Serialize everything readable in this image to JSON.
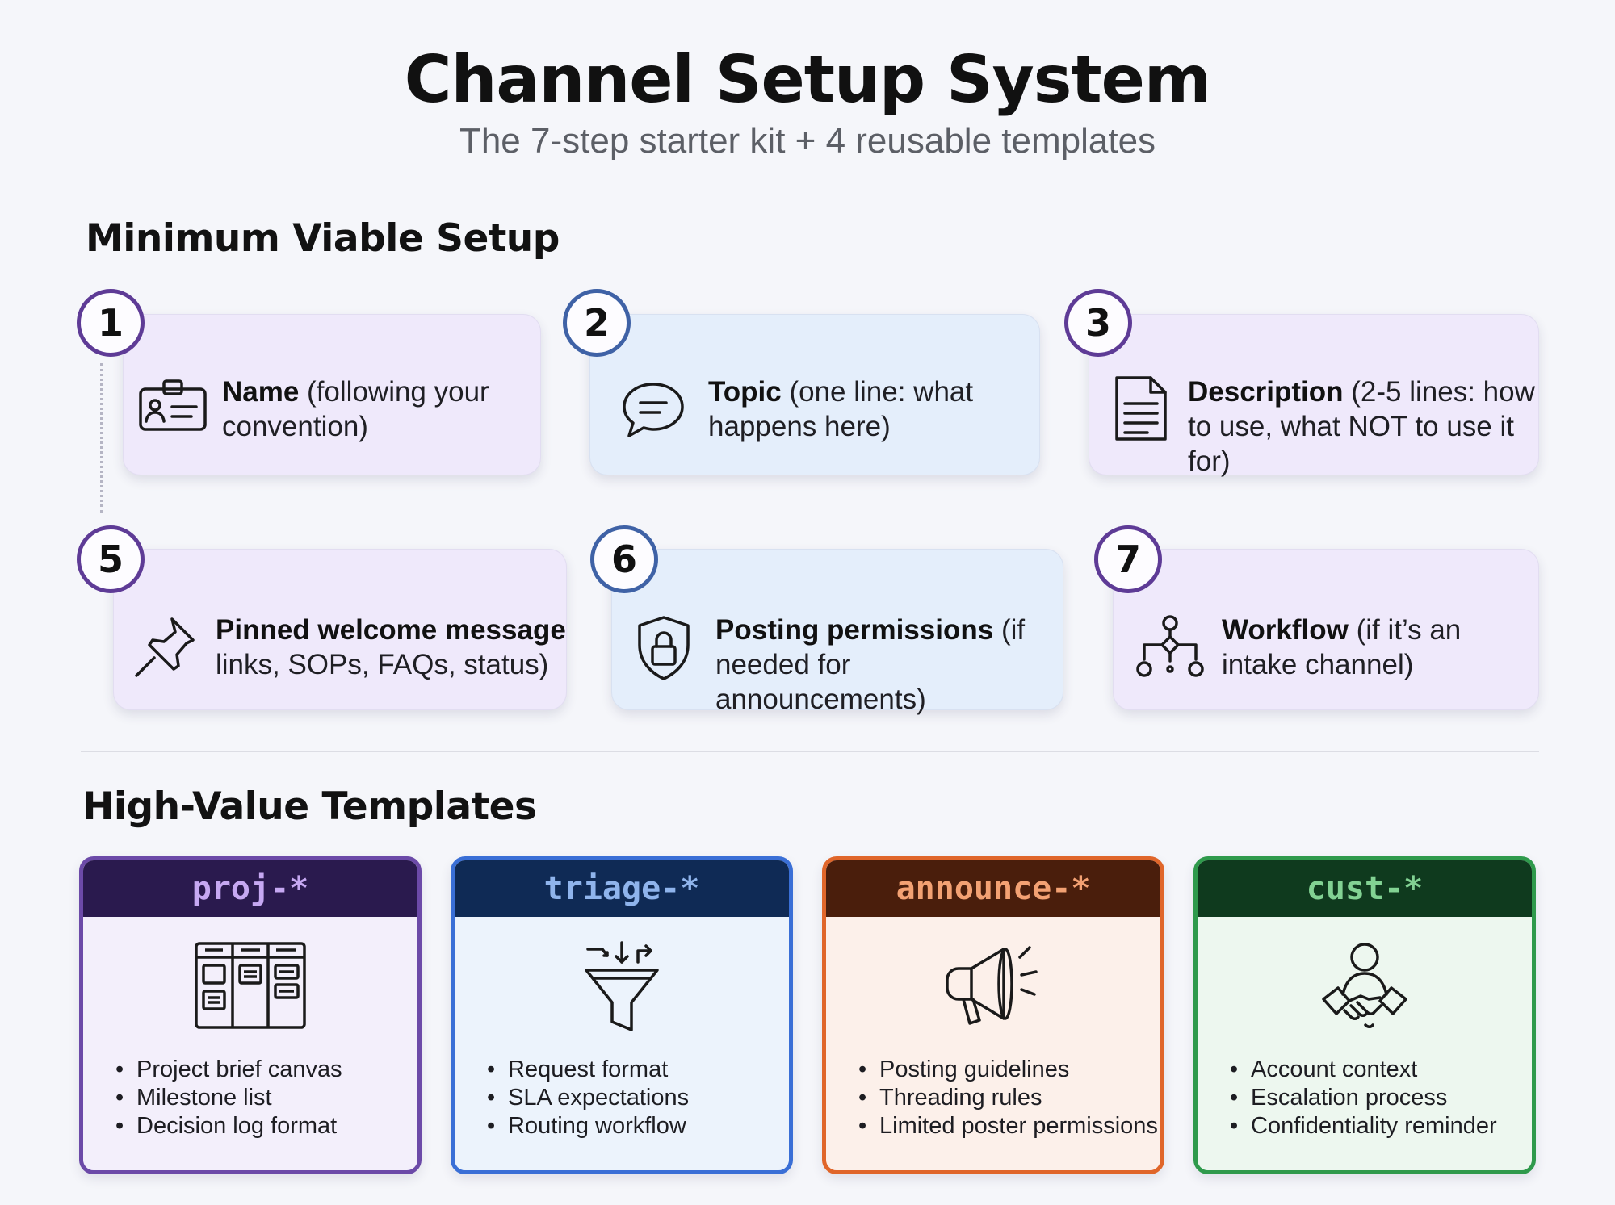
{
  "header": {
    "title": "Channel Setup System",
    "subtitle": "The 7-step starter kit + 4 reusable templates"
  },
  "sections": {
    "setup_heading": "Minimum Viable Setup",
    "templates_heading": "High-Value Templates"
  },
  "steps": [
    {
      "number": "1",
      "title": "Name",
      "detail_a": " (following your",
      "detail_b": "convention)",
      "icon": "id-badge-icon",
      "color": "purple"
    },
    {
      "number": "2",
      "title": "Topic",
      "detail_a": " (one line: what",
      "detail_b": "happens here)",
      "icon": "speech-bubble-icon",
      "color": "blue"
    },
    {
      "number": "3",
      "title": "Description",
      "detail_a": " (2-5 lines: how",
      "detail_b": "to use, what NOT to use it for)",
      "icon": "document-icon",
      "color": "purple"
    },
    {
      "number": "5",
      "title": "Pinned welcome message",
      "detail_a": "",
      "detail_b": "links, SOPs, FAQs, status)",
      "icon": "pushpin-icon",
      "color": "purple"
    },
    {
      "number": "6",
      "title": "Posting permissions",
      "detail_a": " (if",
      "detail_b": "needed for announcements)",
      "icon": "shield-lock-icon",
      "color": "blue"
    },
    {
      "number": "7",
      "title": "Workflow",
      "detail_a": " (if it’s an",
      "detail_b": "intake channel)",
      "icon": "workflow-icon",
      "color": "purple"
    }
  ],
  "templates": [
    {
      "name": "proj-*",
      "icon": "kanban-board-icon",
      "items": [
        "Project brief canvas",
        "Milestone list",
        "Decision log format"
      ],
      "accent": "#6c4aa8",
      "header_bg": "#2a1a4e",
      "header_text": "#c6a8f2",
      "body_bg": "#f3effb"
    },
    {
      "name": "triage-*",
      "icon": "funnel-icon",
      "items": [
        "Request format",
        "SLA expectations",
        "Routing workflow"
      ],
      "accent": "#3a6fd6",
      "header_bg": "#0f2a55",
      "header_text": "#8fb4ec",
      "body_bg": "#ecf3fc"
    },
    {
      "name": "announce-*",
      "icon": "megaphone-icon",
      "items": [
        "Posting guidelines",
        "Threading rules",
        "Limited poster permissions"
      ],
      "accent": "#e0662a",
      "header_bg": "#4a1e0c",
      "header_text": "#f3a173",
      "body_bg": "#fcf0ea"
    },
    {
      "name": "cust-*",
      "icon": "handshake-icon",
      "items": [
        "Account context",
        "Escalation process",
        "Confidentiality reminder"
      ],
      "accent": "#2f9a4c",
      "header_bg": "#0f3a1e",
      "header_text": "#82d293",
      "body_bg": "#edf7ef"
    }
  ]
}
